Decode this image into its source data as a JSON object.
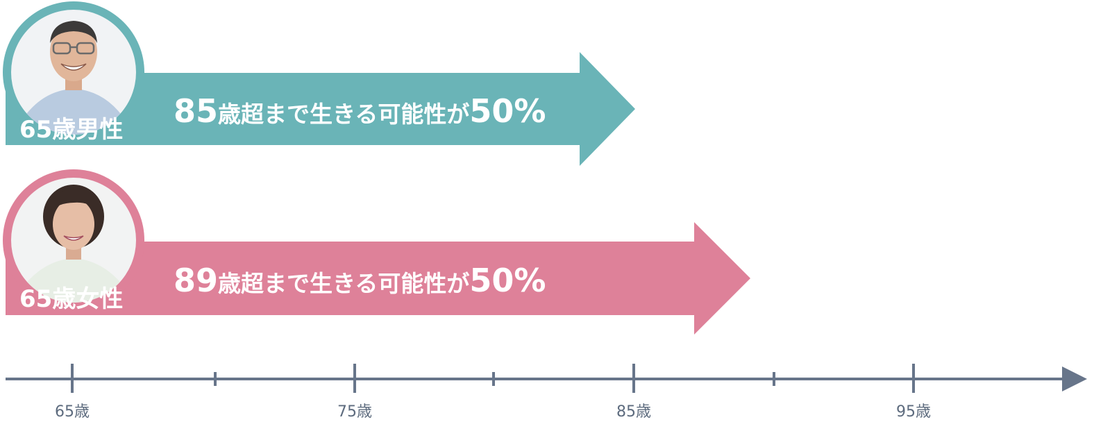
{
  "rows": [
    {
      "id": "male",
      "label": "65歳男性",
      "age_value": "85",
      "statement_mid": "歳超まで生きる可能性が",
      "percent": "50%",
      "color": "#6ab4b7",
      "portrait": "elderly-man-portrait"
    },
    {
      "id": "female",
      "label": "65歳女性",
      "age_value": "89",
      "statement_mid": "歳超まで生きる可能性が",
      "percent": "50%",
      "color": "#de8199",
      "portrait": "elderly-woman-portrait"
    }
  ],
  "axis": {
    "color": "#67758a",
    "ticks": [
      "65歳",
      "75歳",
      "85歳",
      "95歳"
    ]
  }
}
